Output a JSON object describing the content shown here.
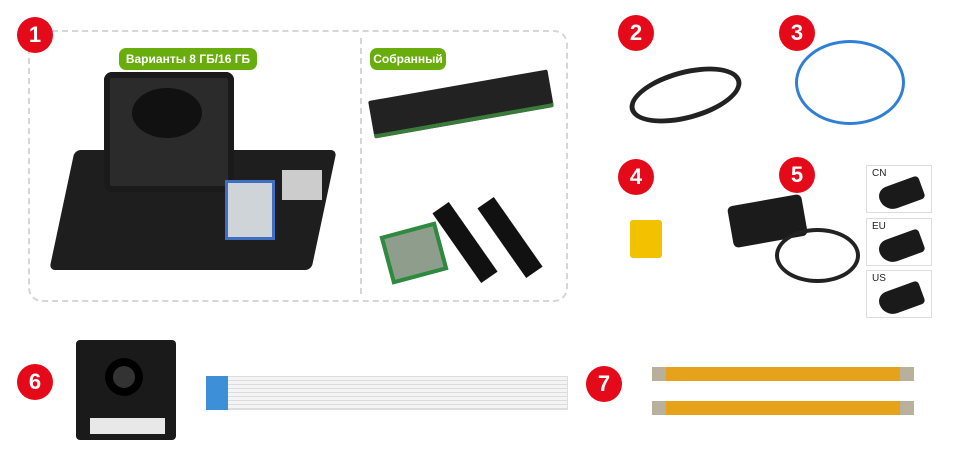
{
  "items": [
    {
      "number": "1",
      "badges": [
        "Варианты 8 ГБ/16 ГБ",
        "Собранный"
      ]
    },
    {
      "number": "2"
    },
    {
      "number": "3"
    },
    {
      "number": "4"
    },
    {
      "number": "5",
      "plugs": [
        "CN",
        "EU",
        "US"
      ]
    },
    {
      "number": "6"
    },
    {
      "number": "7"
    }
  ],
  "colors": {
    "number_badge": "#e50a19",
    "label_badge": "#68ad0c"
  }
}
